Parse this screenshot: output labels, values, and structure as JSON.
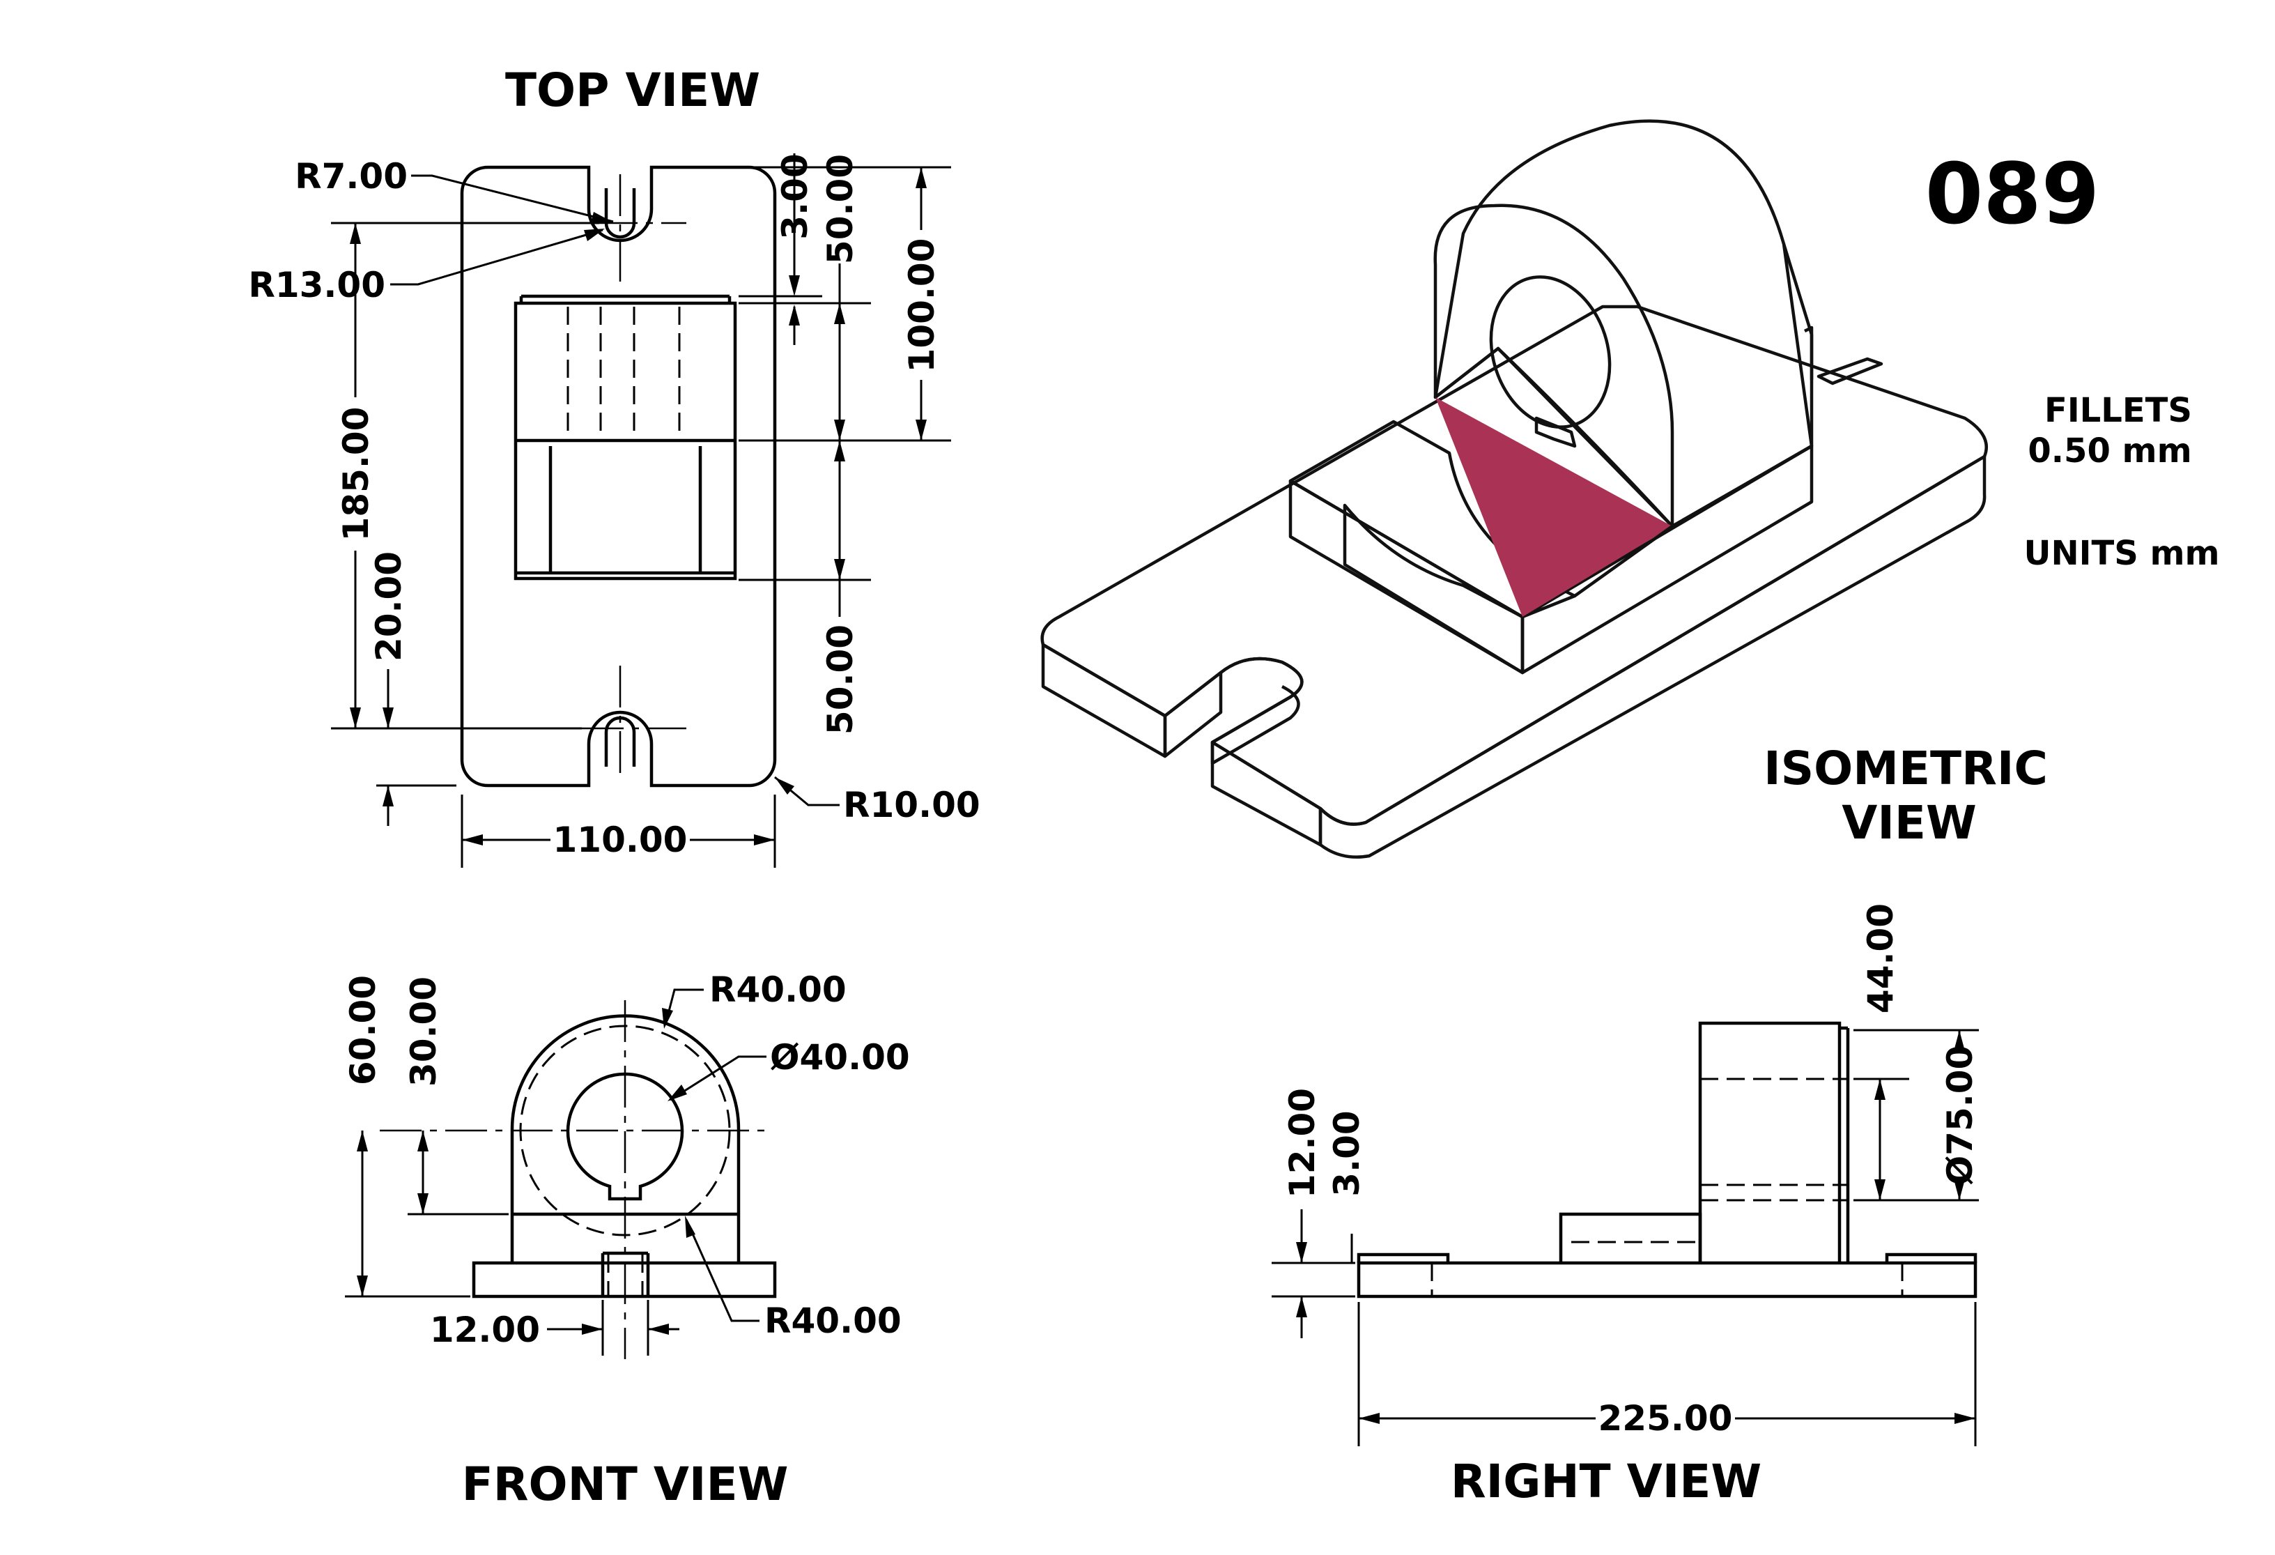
{
  "drawing_number": "089",
  "notes": {
    "fillets_label": "FILLETS",
    "fillets_value": "0.50 mm",
    "units": "UNITS mm"
  },
  "views": {
    "top": "TOP VIEW",
    "front": "FRONT VIEW",
    "right": "RIGHT VIEW",
    "iso_line1": "ISOMETRIC",
    "iso_line2": "VIEW"
  },
  "dimensions": {
    "top": {
      "r7": "R7.00",
      "r13": "R13.00",
      "r10": "R10.00",
      "d3": "3.00",
      "d50_top": "50.00",
      "d100": "100.00",
      "d185": "185.00",
      "d20": "20.00",
      "d50_bottom": "50.00",
      "d110": "110.00"
    },
    "front": {
      "r40_top": "R40.00",
      "dia40": "Ø40.00",
      "d60": "60.00",
      "d30": "30.00",
      "d12": "12.00",
      "r40_bottom": "R40.00"
    },
    "right": {
      "d44": "44.00",
      "dia75": "Ø75.00",
      "d12": "12.00",
      "d3": "3.00",
      "d225": "225.00"
    }
  },
  "colors": {
    "iso_light": "#ff5f8e",
    "iso_mid": "#e24474",
    "iso_dark": "#b53458",
    "iso_darker": "#952845"
  }
}
